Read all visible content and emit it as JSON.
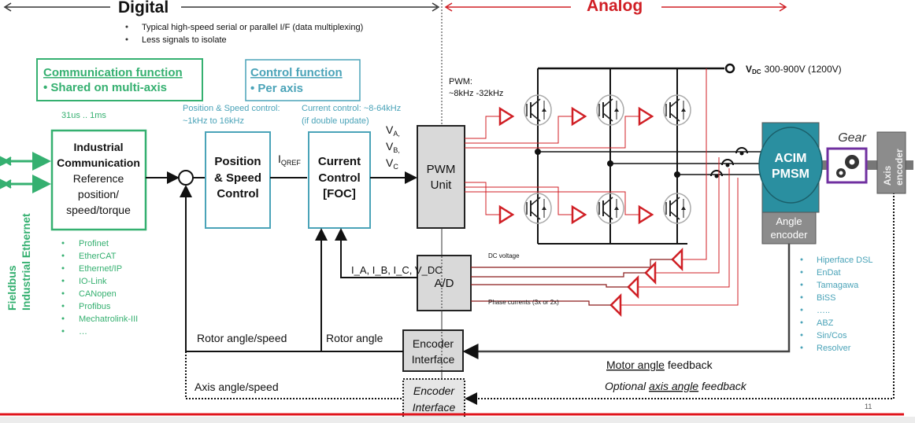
{
  "header": {
    "digital": "Digital",
    "analog": "Analog",
    "bullets": [
      "Typical high-speed serial or parallel I/F (data multiplexing)",
      "Less signals to isolate"
    ]
  },
  "communication_function": {
    "title": "Communication function",
    "item": "• Shared on multi-axis"
  },
  "control_function": {
    "title": "Control function",
    "item": "• Per axis"
  },
  "timing": {
    "comm": "31us .. 1ms",
    "pos_speed_1": "Position & Speed control:",
    "pos_speed_2": "~1kHz to 16kHz",
    "current_1": "Current control: ~8-64kHz",
    "current_2": "(if double update)",
    "pwm_1": "PWM:",
    "pwm_2": "~8kHz -32kHz"
  },
  "fieldbus_label": "Fieldbus",
  "ethernet_label": "Industrial Ethernet",
  "industrial_comm_block": [
    "Industrial",
    "Communication",
    "Reference",
    "position/",
    "speed/torque"
  ],
  "position_speed_block": [
    "Position",
    "& Speed",
    "Control"
  ],
  "current_block": [
    "Current",
    "Control",
    "[FOC]"
  ],
  "iqref": {
    "main": "I",
    "sub": "QREF"
  },
  "voltages": [
    {
      "main": "V",
      "sub": "A,"
    },
    {
      "main": "V",
      "sub": "B,"
    },
    {
      "main": "V",
      "sub": "C"
    }
  ],
  "pwm_block": [
    "PWM",
    "Unit"
  ],
  "ad_block": "A/D",
  "ad_signals": "I_A, I_B, I_C, V_DC",
  "encoder_interface": [
    "Encoder",
    "Interface"
  ],
  "encoder_interface_optional": [
    "Encoder",
    "Interface"
  ],
  "rotor_angle_speed": "Rotor angle/speed",
  "rotor_angle": "Rotor angle",
  "axis_angle_speed": "Axis angle/speed",
  "motor_feedback": {
    "underlined": "Motor angle",
    "rest": " feedback"
  },
  "axis_feedback": {
    "pre": "Optional ",
    "underlined": "axis angle",
    "rest": " feedback"
  },
  "vdc": {
    "main": "V",
    "sub": "DC",
    "range": "300-900V (1200V)"
  },
  "dc_voltage": "DC voltage",
  "phase_currents": "Phase currents (3x or 2x)",
  "motor": [
    "ACIM",
    "PMSM"
  ],
  "angle_encoder": [
    "Angle",
    "encoder"
  ],
  "gear": "Gear",
  "axis_encoder": [
    "Axis",
    "encoder"
  ],
  "fieldbus_list": [
    "Profinet",
    "EtherCAT",
    "Ethernet/IP",
    "IO-Link",
    "CANopen",
    "Profibus",
    "Mechatrolink-III",
    "…"
  ],
  "encoder_list": [
    "Hiperface DSL",
    "EnDat",
    "Tamagawa",
    "BiSS",
    "…..",
    "ABZ",
    "Sin/Cos",
    "Resolver"
  ],
  "page_number": "11",
  "colors": {
    "green": "#35b070",
    "teal": "#4aa3b8",
    "motor": "#2a8fa0",
    "red": "#d01f25",
    "purple": "#7030a0"
  }
}
